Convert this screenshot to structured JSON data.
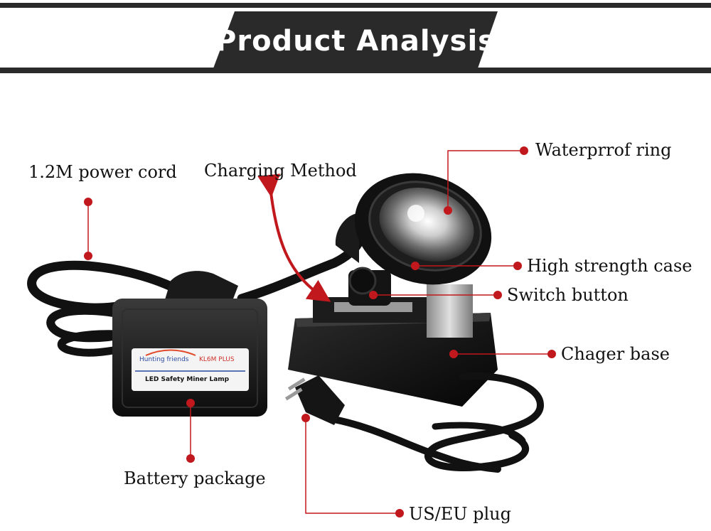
{
  "header": {
    "title": "Product Analysis"
  },
  "callouts": {
    "power_cord": "1.2M power cord",
    "charging_method": "Charging Method",
    "waterproof_ring": "Waterprrof ring",
    "high_strength_case": "High strength case",
    "switch_button": "Switch button",
    "charger_base": "Chager base",
    "battery_package": "Battery package",
    "plug": "US/EU plug"
  },
  "battery_sticker": {
    "brand": "Hunting friends",
    "model": "KL6M PLUS",
    "product": "LED Safety Miner Lamp"
  },
  "colors": {
    "banner": "#2a2a2a",
    "callout_line": "#c0181c",
    "device": "#121212",
    "text": "#111111"
  }
}
